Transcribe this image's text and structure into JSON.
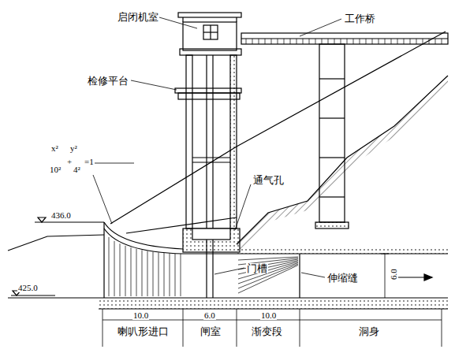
{
  "diagram": {
    "labels": [
      "启闭机室",
      "工作桥",
      "检修平台",
      "x²",
      "10²",
      "+",
      "y²",
      "4²",
      "=1",
      "通气孔",
      "436.0",
      "门槽",
      "伸缩缝",
      "6.0",
      "425.0",
      "10.0",
      "6.0",
      "10.0",
      "喇叭形进口",
      "闸室",
      "渐变段",
      "洞身"
    ]
  }
}
